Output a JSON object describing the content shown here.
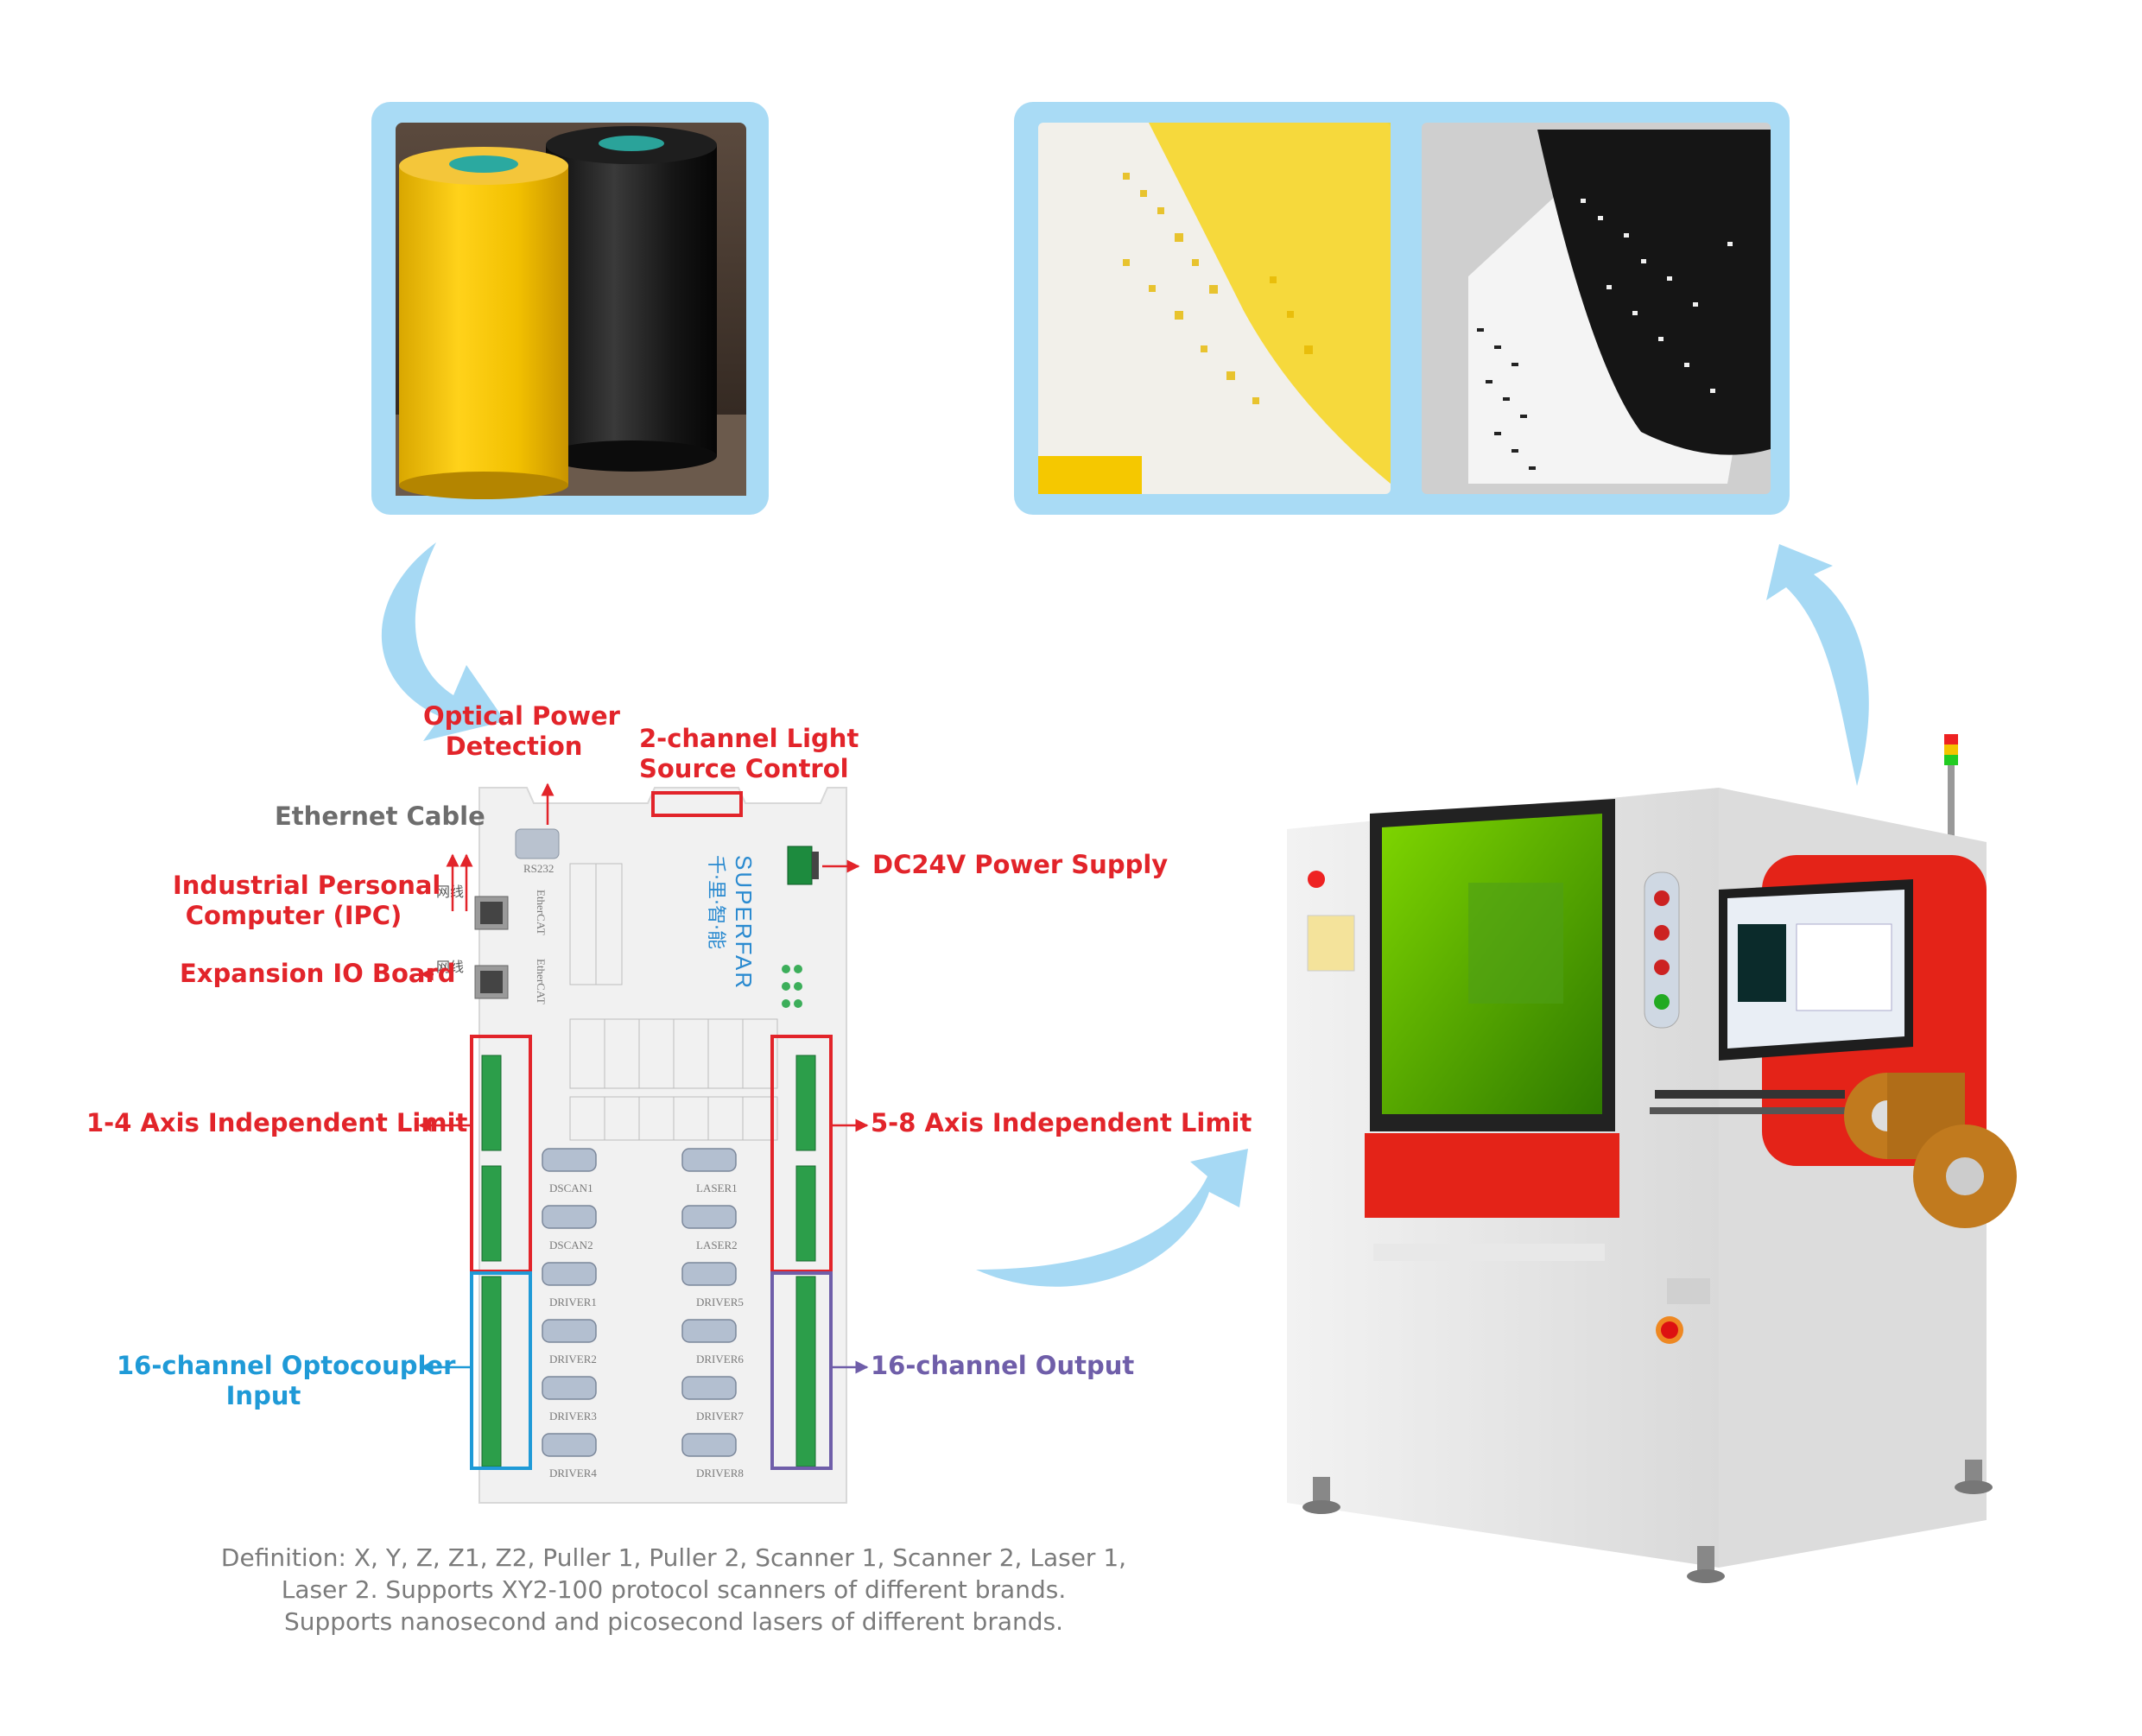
{
  "labels": {
    "optical_power": [
      "Optical Power",
      "Detection"
    ],
    "light_source": [
      "2-channel Light",
      "Source Control"
    ],
    "ethernet": "Ethernet Cable",
    "ipc": [
      "Industrial Personal",
      "Computer (IPC)"
    ],
    "expansion_io": "Expansion IO Board",
    "dc24v": "DC24V Power Supply",
    "limit_1_4": "1-4 Axis Independent Limit",
    "limit_5_8": "5-8 Axis Independent Limit",
    "input_16": [
      "16-channel Optocoupler",
      "Input"
    ],
    "output_16": "16-channel Output"
  },
  "board": {
    "brand": "SUPERFAR",
    "brand_cn": "千·里·智·能",
    "port_rs232": "RS232",
    "port_ethercat_1": "EtherCAT",
    "port_ethercat_2": "EtherCAT",
    "net_label_1": "网线",
    "net_label_2": "网线",
    "dscan1": "DSCAN1",
    "dscan2": "DSCAN2",
    "laser1": "LASER1",
    "laser2": "LASER2",
    "drivers_left": [
      "DRIVER1",
      "DRIVER2",
      "DRIVER3",
      "DRIVER4"
    ],
    "drivers_right": [
      "DRIVER5",
      "DRIVER6",
      "DRIVER7",
      "DRIVER8"
    ]
  },
  "caption": [
    "Definition: X, Y, Z, Z1, Z2, Puller 1, Puller 2, Scanner 1, Scanner 2, Laser 1,",
    "Laser 2. Supports XY2-100 protocol scanners of different brands.",
    "Supports nanosecond and picosecond lasers of different brands."
  ],
  "colors": {
    "frame": "#a9dbf5",
    "arrow": "#a6d9f4",
    "label_red": "#e2242a",
    "label_gray": "#6d6d6d",
    "label_blue": "#1f9ad7",
    "label_purple": "#6f5ea9",
    "callout_box_red": "#e2242a",
    "callout_box_blue": "#1f9ad7",
    "callout_box_purple": "#6f5ea9"
  }
}
